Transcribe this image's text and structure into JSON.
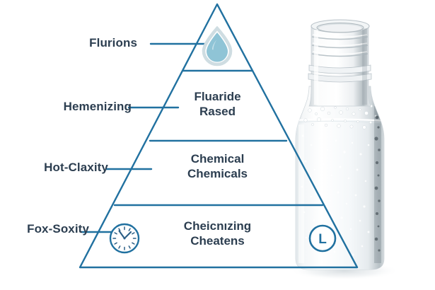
{
  "graphic": {
    "type": "pyramid-diagram",
    "title": "",
    "colors": {
      "line": "#2171a0",
      "text": "#2c3e50",
      "droplet_fill": "#8fc4d6",
      "droplet_ring": "#cfdde2",
      "icon_stroke": "#2171a0",
      "background": "#ffffff"
    }
  },
  "callouts": [
    {
      "label": "Flurions",
      "tier": 1
    },
    {
      "label": "Hemenizing",
      "tier": 2
    },
    {
      "label": "Hot-Claxity",
      "tier": 3
    },
    {
      "label": "Fox-Soxity",
      "tier": 4
    }
  ],
  "pyramid": {
    "tiers": [
      {
        "index": 1,
        "text": "",
        "icon": "water-drop-icon"
      },
      {
        "index": 2,
        "text": "Fluaride\nRased",
        "icon": ""
      },
      {
        "index": 3,
        "text": "Chemical\nChemicals",
        "icon": ""
      },
      {
        "index": 4,
        "text": "Cheicnızing\nCheatens",
        "icon": "clock-icon"
      }
    ]
  },
  "bottle": {
    "badge_label": "L",
    "description": "clear-glass-water-bottle"
  }
}
